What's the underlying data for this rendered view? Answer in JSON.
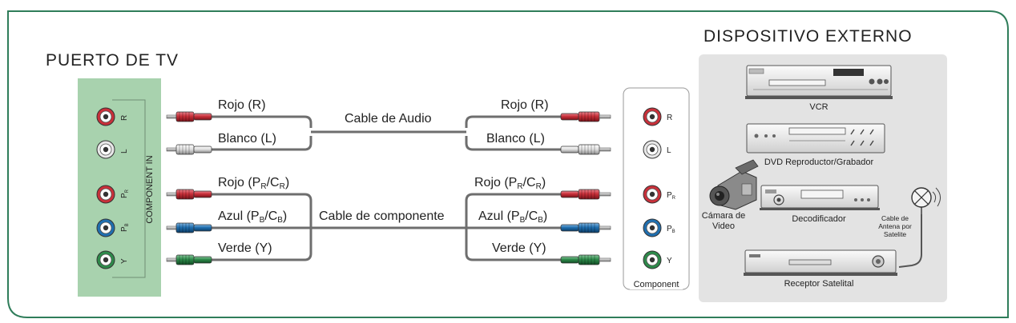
{
  "colors": {
    "frame": "#2f7d5a",
    "tv_panel": "#a8d2ae",
    "device_panel": "#e3e3e3",
    "red": "#c9303a",
    "white": "#e8e8e8",
    "blue": "#1f6fb0",
    "green": "#2d8a4a",
    "cable": "#6e6e6e"
  },
  "tv_port": {
    "title": "PUERTO DE TV",
    "vertical_label": "COMPONENT IN",
    "jacks": [
      {
        "label": "R",
        "color": "red"
      },
      {
        "label": "L",
        "color": "white"
      },
      {
        "label": "PR",
        "color": "red"
      },
      {
        "label": "PB",
        "color": "blue"
      },
      {
        "label": "Y",
        "color": "green"
      }
    ]
  },
  "audio": {
    "cable_label": "Cable de Audio",
    "left_labels": [
      "Rojo (R)",
      "Blanco (L)"
    ],
    "right_labels": [
      "Rojo (R)",
      "Blanco (L)"
    ]
  },
  "component": {
    "cable_label": "Cable de componente",
    "left": {
      "red": {
        "pre": "Rojo (P",
        "s1": "R",
        "mid": "/C",
        "s2": "R",
        "post": ")"
      },
      "blue": {
        "pre": "Azul (P",
        "s1": "B",
        "mid": "/C",
        "s2": "B",
        "post": ")"
      },
      "green": "Verde (Y)"
    },
    "right": {
      "red": {
        "pre": "Rojo (P",
        "s1": "R",
        "mid": "/C",
        "s2": "R",
        "post": ")"
      },
      "blue": {
        "pre": "Azul (P",
        "s1": "B",
        "mid": "/C",
        "s2": "B",
        "post": ")"
      },
      "green": "Verde (Y)"
    }
  },
  "component_box": {
    "label": "Component",
    "jacks": [
      {
        "label": "R",
        "color": "red"
      },
      {
        "label": "L",
        "color": "white"
      },
      {
        "label": "PR",
        "color": "red"
      },
      {
        "label": "PB",
        "color": "blue"
      },
      {
        "label": "Y",
        "color": "green"
      }
    ]
  },
  "external": {
    "title": "DISPOSITIVO EXTERNO",
    "devices": {
      "vcr": "VCR",
      "dvd": "DVD Reproductor/Grabador",
      "camera": [
        "Cámara de",
        "Video"
      ],
      "decoder": "Decodificador",
      "antenna": [
        "Cable de",
        "Antena por",
        "Satelite"
      ],
      "satellite": "Receptor Satelital"
    }
  }
}
